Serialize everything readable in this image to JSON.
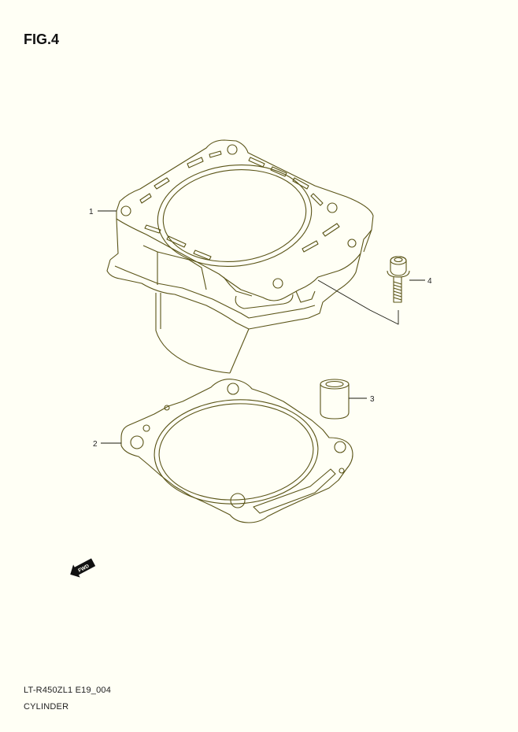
{
  "figure": {
    "title": "FIG.4"
  },
  "callouts": [
    {
      "number": "1"
    },
    {
      "number": "2"
    },
    {
      "number": "3"
    },
    {
      "number": "4"
    }
  ],
  "fwd_label": "FWD",
  "footer": {
    "code": "LT-R450ZL1 E19_004",
    "name": "CYLINDER"
  },
  "colors": {
    "background": "#fffff5",
    "line": "#5a5418",
    "outline": "#1a1a10"
  }
}
